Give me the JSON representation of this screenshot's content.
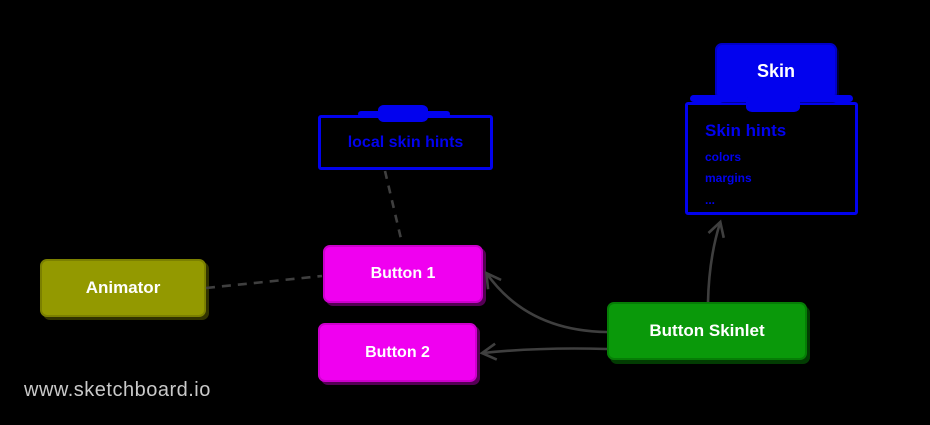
{
  "watermark": {
    "text": "www.sketchboard.io"
  },
  "nodes": {
    "skin": {
      "label": "Skin",
      "color": "#0202ee"
    },
    "skin_hints": {
      "title": "Skin hints",
      "items": [
        "colors",
        "margins",
        "..."
      ],
      "color": "#0202ee"
    },
    "local_skin_hints": {
      "label": "local skin hints",
      "color": "#0202ee"
    },
    "animator": {
      "label": "Animator",
      "color": "#939900"
    },
    "button1": {
      "label": "Button 1",
      "color": "#f000f0"
    },
    "button2": {
      "label": "Button 2",
      "color": "#f000f0"
    },
    "button_skinlet": {
      "label": "Button Skinlet",
      "color": "#0a990a"
    }
  },
  "edges": [
    {
      "from": "animator",
      "to": "button1",
      "style": "dashed",
      "arrow": false
    },
    {
      "from": "local_skin_hints",
      "to": "button1",
      "style": "dashed",
      "arrow": false
    },
    {
      "from": "button_skinlet",
      "to": "button1",
      "style": "solid",
      "arrow": true
    },
    {
      "from": "button_skinlet",
      "to": "button2",
      "style": "solid",
      "arrow": true
    },
    {
      "from": "button_skinlet",
      "to": "skin_hints",
      "style": "solid",
      "arrow": true
    },
    {
      "from": "skin",
      "to": "skin_hints",
      "style": "attached",
      "arrow": false
    }
  ],
  "colors": {
    "background": "#000000",
    "connector": "#3f3f3f",
    "watermark": "#c9c9c9"
  }
}
